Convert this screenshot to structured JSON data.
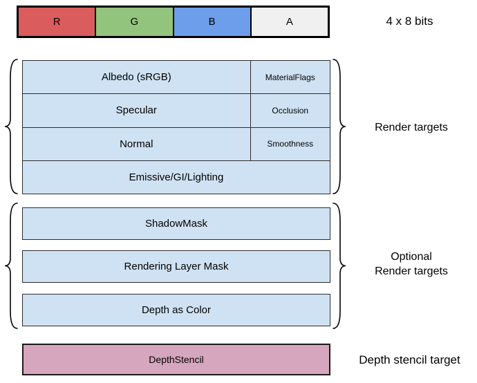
{
  "top_bar": {
    "caption": "4 x 8 bits",
    "cells": [
      {
        "label": "R",
        "color": "#db5c5c"
      },
      {
        "label": "G",
        "color": "#93c47d"
      },
      {
        "label": "B",
        "color": "#6d9eeb"
      },
      {
        "label": "A",
        "color": "#f0f0f0"
      }
    ]
  },
  "render_targets": {
    "caption": "Render targets",
    "rows": [
      {
        "main": "Albedo (sRGB)",
        "alpha": "MaterialFlags"
      },
      {
        "main": "Specular",
        "alpha": "Occlusion"
      },
      {
        "main": "Normal",
        "alpha": "Smoothness"
      },
      {
        "main": "Emissive/GI/Lighting"
      }
    ]
  },
  "optional_render_targets": {
    "caption_line1": "Optional",
    "caption_line2": "Render targets",
    "rows": [
      "ShadowMask",
      "Rendering Layer Mask",
      "Depth as Color"
    ]
  },
  "depth_stencil": {
    "label": "DepthStencil",
    "caption": "Depth stencil target"
  },
  "colors": {
    "cell_blue": "#cfe2f3",
    "cell_pink": "#d5a6bd",
    "border_dark": "#2b2b2b",
    "border_black": "#000000"
  }
}
